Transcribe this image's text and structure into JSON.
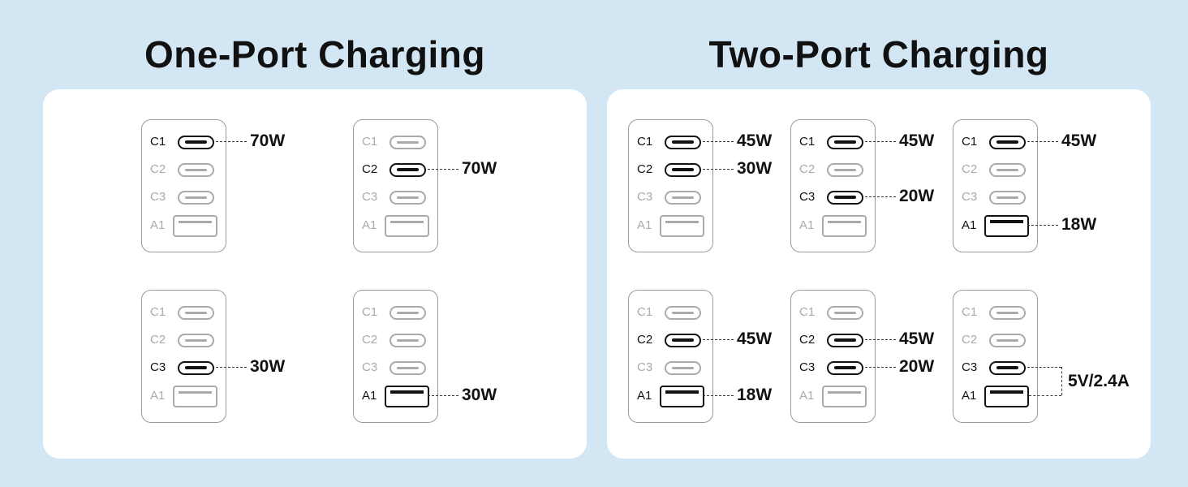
{
  "background": "#d3e6f4",
  "sections": [
    {
      "title": "One-Port Charging",
      "devices": [
        {
          "ports": [
            {
              "label": "C1",
              "type": "c",
              "active": true,
              "output": "70W"
            },
            {
              "label": "C2",
              "type": "c",
              "active": false
            },
            {
              "label": "C3",
              "type": "c",
              "active": false
            },
            {
              "label": "A1",
              "type": "a",
              "active": false
            }
          ]
        },
        {
          "ports": [
            {
              "label": "C1",
              "type": "c",
              "active": false
            },
            {
              "label": "C2",
              "type": "c",
              "active": true,
              "output": "70W"
            },
            {
              "label": "C3",
              "type": "c",
              "active": false
            },
            {
              "label": "A1",
              "type": "a",
              "active": false
            }
          ]
        },
        {
          "ports": [
            {
              "label": "C1",
              "type": "c",
              "active": false
            },
            {
              "label": "C2",
              "type": "c",
              "active": false
            },
            {
              "label": "C3",
              "type": "c",
              "active": true,
              "output": "30W"
            },
            {
              "label": "A1",
              "type": "a",
              "active": false
            }
          ]
        },
        {
          "ports": [
            {
              "label": "C1",
              "type": "c",
              "active": false
            },
            {
              "label": "C2",
              "type": "c",
              "active": false
            },
            {
              "label": "C3",
              "type": "c",
              "active": false
            },
            {
              "label": "A1",
              "type": "a",
              "active": true,
              "output": "30W"
            }
          ]
        }
      ]
    },
    {
      "title": "Two-Port Charging",
      "devices": [
        {
          "ports": [
            {
              "label": "C1",
              "type": "c",
              "active": true,
              "output": "45W"
            },
            {
              "label": "C2",
              "type": "c",
              "active": true,
              "output": "30W"
            },
            {
              "label": "C3",
              "type": "c",
              "active": false
            },
            {
              "label": "A1",
              "type": "a",
              "active": false
            }
          ]
        },
        {
          "ports": [
            {
              "label": "C1",
              "type": "c",
              "active": true,
              "output": "45W"
            },
            {
              "label": "C2",
              "type": "c",
              "active": false
            },
            {
              "label": "C3",
              "type": "c",
              "active": true,
              "output": "20W"
            },
            {
              "label": "A1",
              "type": "a",
              "active": false
            }
          ]
        },
        {
          "ports": [
            {
              "label": "C1",
              "type": "c",
              "active": true,
              "output": "45W"
            },
            {
              "label": "C2",
              "type": "c",
              "active": false
            },
            {
              "label": "C3",
              "type": "c",
              "active": false
            },
            {
              "label": "A1",
              "type": "a",
              "active": true,
              "output": "18W"
            }
          ]
        },
        {
          "ports": [
            {
              "label": "C1",
              "type": "c",
              "active": false
            },
            {
              "label": "C2",
              "type": "c",
              "active": true,
              "output": "45W"
            },
            {
              "label": "C3",
              "type": "c",
              "active": false
            },
            {
              "label": "A1",
              "type": "a",
              "active": true,
              "output": "18W"
            }
          ]
        },
        {
          "ports": [
            {
              "label": "C1",
              "type": "c",
              "active": false
            },
            {
              "label": "C2",
              "type": "c",
              "active": true,
              "output": "45W"
            },
            {
              "label": "C3",
              "type": "c",
              "active": true,
              "output": "20W"
            },
            {
              "label": "A1",
              "type": "a",
              "active": false
            }
          ]
        },
        {
          "ports": [
            {
              "label": "C1",
              "type": "c",
              "active": false
            },
            {
              "label": "C2",
              "type": "c",
              "active": false
            },
            {
              "label": "C3",
              "type": "c",
              "active": true
            },
            {
              "label": "A1",
              "type": "a",
              "active": true
            }
          ],
          "combined_output": "5V/2.4A"
        }
      ]
    }
  ]
}
